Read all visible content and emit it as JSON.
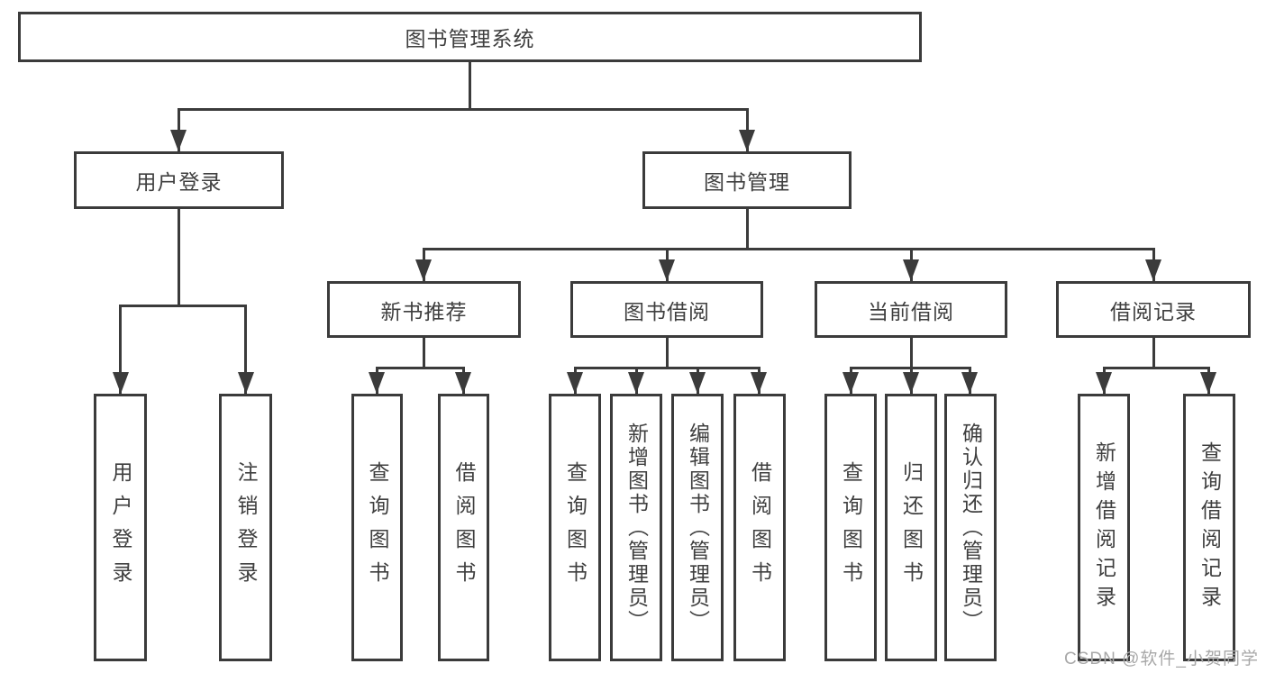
{
  "diagram": {
    "root": {
      "label": "图书管理系统"
    },
    "level2": [
      {
        "label": "用户登录"
      },
      {
        "label": "图书管理"
      }
    ],
    "level3": [
      {
        "label": "新书推荐"
      },
      {
        "label": "图书借阅"
      },
      {
        "label": "当前借阅"
      },
      {
        "label": "借阅记录"
      }
    ],
    "leaves": {
      "user_login": [
        "用户登录",
        "注销登录"
      ],
      "new_book": [
        "查询图书",
        "借阅图书"
      ],
      "book_borrow": [
        "查询图书",
        "新增图书（管理员）",
        "编辑图书（管理员）",
        "借阅图书"
      ],
      "current_borrow": [
        "查询图书",
        "归还图书",
        "确认归还（管理员）"
      ],
      "borrow_record": [
        "新增借阅记录",
        "查询借阅记录"
      ]
    },
    "colors": {
      "line": "#3b3b3b",
      "text": "#3f3f3f",
      "background": "#ffffff",
      "watermark": "#a8a8a8"
    }
  },
  "watermark": {
    "text": "CSDN @软件_小贺同学"
  }
}
